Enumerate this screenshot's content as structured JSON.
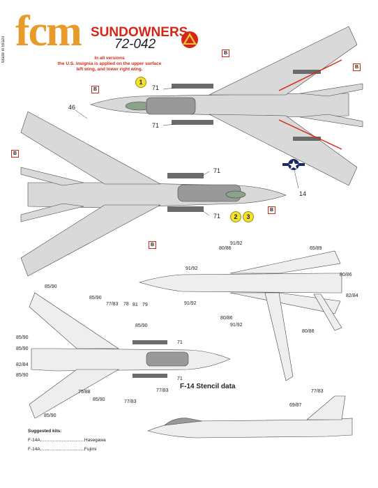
{
  "made_in": "Made in Brazil",
  "brand": "fcm",
  "series": "SUNDOWNERS",
  "code": "72-042",
  "note": {
    "line1": "In all versions",
    "line2": "the U.S. insignia is applied on the upper surface",
    "line3": "left wing, and lower right wing."
  },
  "markers": {
    "b": "B",
    "one": "1",
    "two": "2",
    "three": "3"
  },
  "labels": {
    "n71": "71",
    "n46": "46",
    "n14": "14",
    "n91_92": "91/92",
    "n80_86": "80/86",
    "n65_89": "65/89",
    "n82_84": "82/84",
    "n85_90": "85/90",
    "n77_83": "77/83",
    "n78": "78",
    "n81": "81",
    "n79": "79",
    "n75_88": "75/88",
    "n69_87": "69/87"
  },
  "stencil_title": "F-14 Stencil data",
  "kits": {
    "title": "Suggested kits:",
    "items": [
      {
        "model": "F-14A",
        "maker": "Hasegawa"
      },
      {
        "model": "F-14A",
        "maker": "Fujimi"
      }
    ]
  },
  "colors": {
    "brand_orange": "#e89a2a",
    "red": "#d62716",
    "aircraft_gray": "#d9d9d9",
    "panel_dark": "#6b6b6b",
    "yellow": "#f1e22d"
  }
}
